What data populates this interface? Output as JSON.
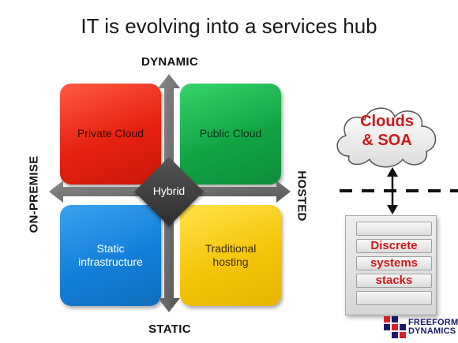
{
  "title": "IT is evolving into a services hub",
  "axes": {
    "top": "DYNAMIC",
    "bottom": "STATIC",
    "left": "ON-PREMISE",
    "right": "HOSTED"
  },
  "quadrants": {
    "top_left": "Private Cloud",
    "top_right": "Public Cloud",
    "bottom_left": "Static infrastructure",
    "bottom_right": "Traditional hosting",
    "center": "Hybrid"
  },
  "cloud": {
    "line1": "Clouds",
    "line2": "& SOA"
  },
  "stack": {
    "rows": [
      "",
      "Discrete",
      "systems",
      "stacks",
      ""
    ]
  },
  "logo": {
    "line1": "FREEFORM",
    "line2": "DYNAMICS"
  },
  "colors": {
    "private_cloud": "#e5200f",
    "public_cloud": "#12a545",
    "static_infrastructure": "#137fd8",
    "traditional_hosting": "#f5c50a",
    "hybrid": "#3a3a3a",
    "accent_text": "#cc1a1a"
  }
}
